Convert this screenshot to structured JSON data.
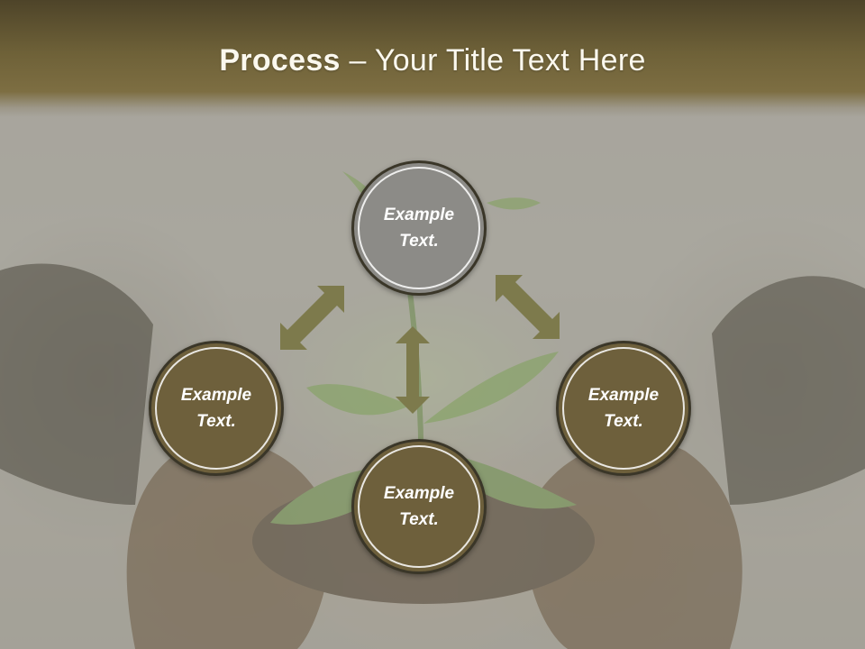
{
  "slide": {
    "title_bold": "Process",
    "title_rest": " – Your Title Text Here"
  },
  "diagram": {
    "nodes": [
      {
        "id": "top",
        "line1": "Example",
        "line2": "Text."
      },
      {
        "id": "left",
        "line1": "Example",
        "line2": "Text."
      },
      {
        "id": "right",
        "line1": "Example",
        "line2": "Text."
      },
      {
        "id": "bottom",
        "line1": "Example",
        "line2": "Text."
      }
    ],
    "colors": {
      "top_node": "#8c8b87",
      "other_nodes": "#6e603c",
      "arrows": "#7d7a4c",
      "title_band": "#6e6138"
    }
  }
}
